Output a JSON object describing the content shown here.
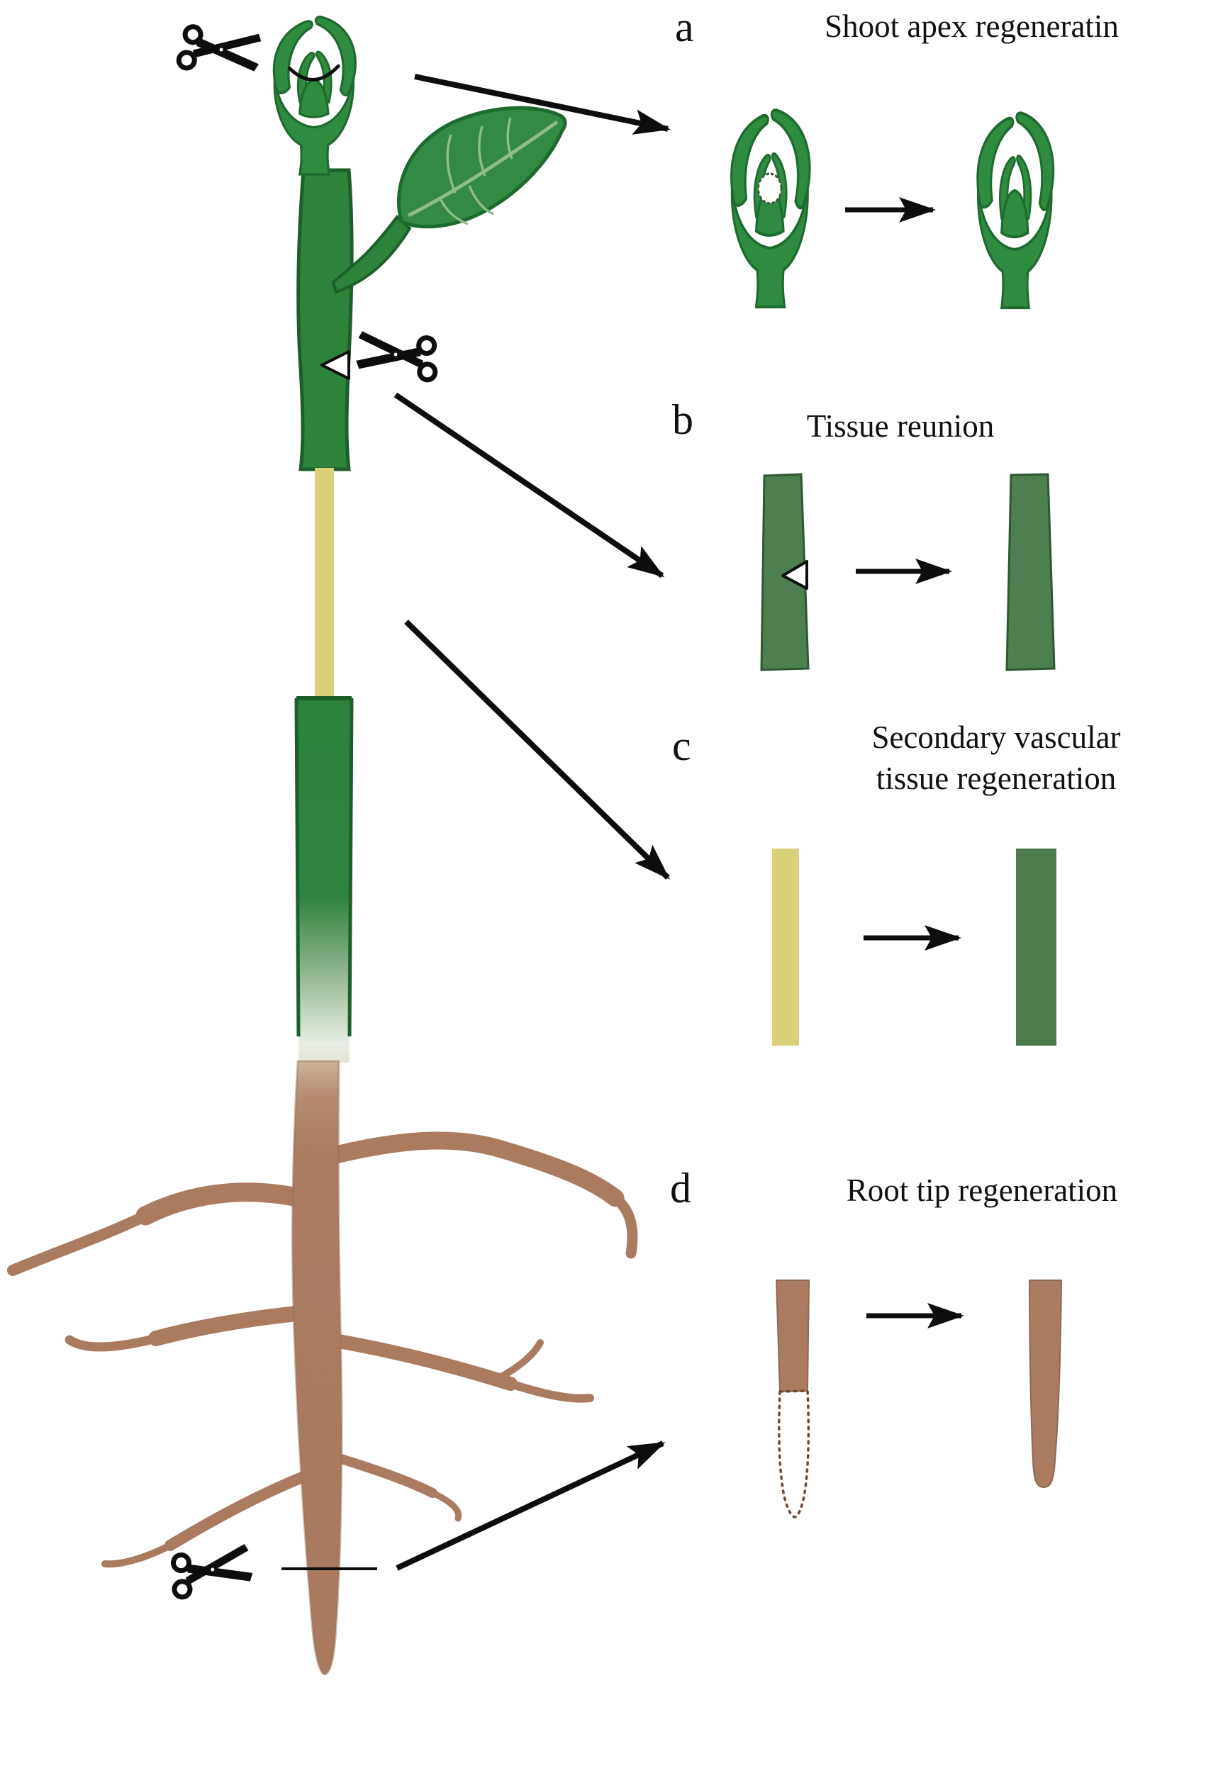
{
  "figure_type": "plant regeneration diagram",
  "panel_a": {
    "label": "a",
    "title": "Shoot apex regeneratin"
  },
  "panel_b": {
    "label": "b",
    "title": "Tissue reunion"
  },
  "panel_c": {
    "label": "c",
    "title_line1": "Secondary vascular",
    "title_line2": "tissue regeneration"
  },
  "panel_d": {
    "label": "d",
    "title": "Root tip regeneration"
  },
  "colors": {
    "shoot_green": "#2e8b3f",
    "shoot_green_dark": "#1d6a2e",
    "stem_green": "#2c8339",
    "stem_green_dark": "#1c5f2b",
    "leaf_green": "#338a42",
    "leaf_vein": "#8fbd8a",
    "reunion_green": "#4e7f51",
    "reunion_green_dark": "#2e5733",
    "vascular_yellow": "#d9d07a",
    "vascular_green": "#4d7b4d",
    "root_brown": "#ab7b60",
    "root_brown_dark": "#8a6a55",
    "root_dotted": "#6f4a33",
    "ink_black": "#0d0d0d"
  },
  "icons": {
    "scissors": "scissors-icon",
    "cut_mark": "cut-mark",
    "arrow": "arrow"
  }
}
